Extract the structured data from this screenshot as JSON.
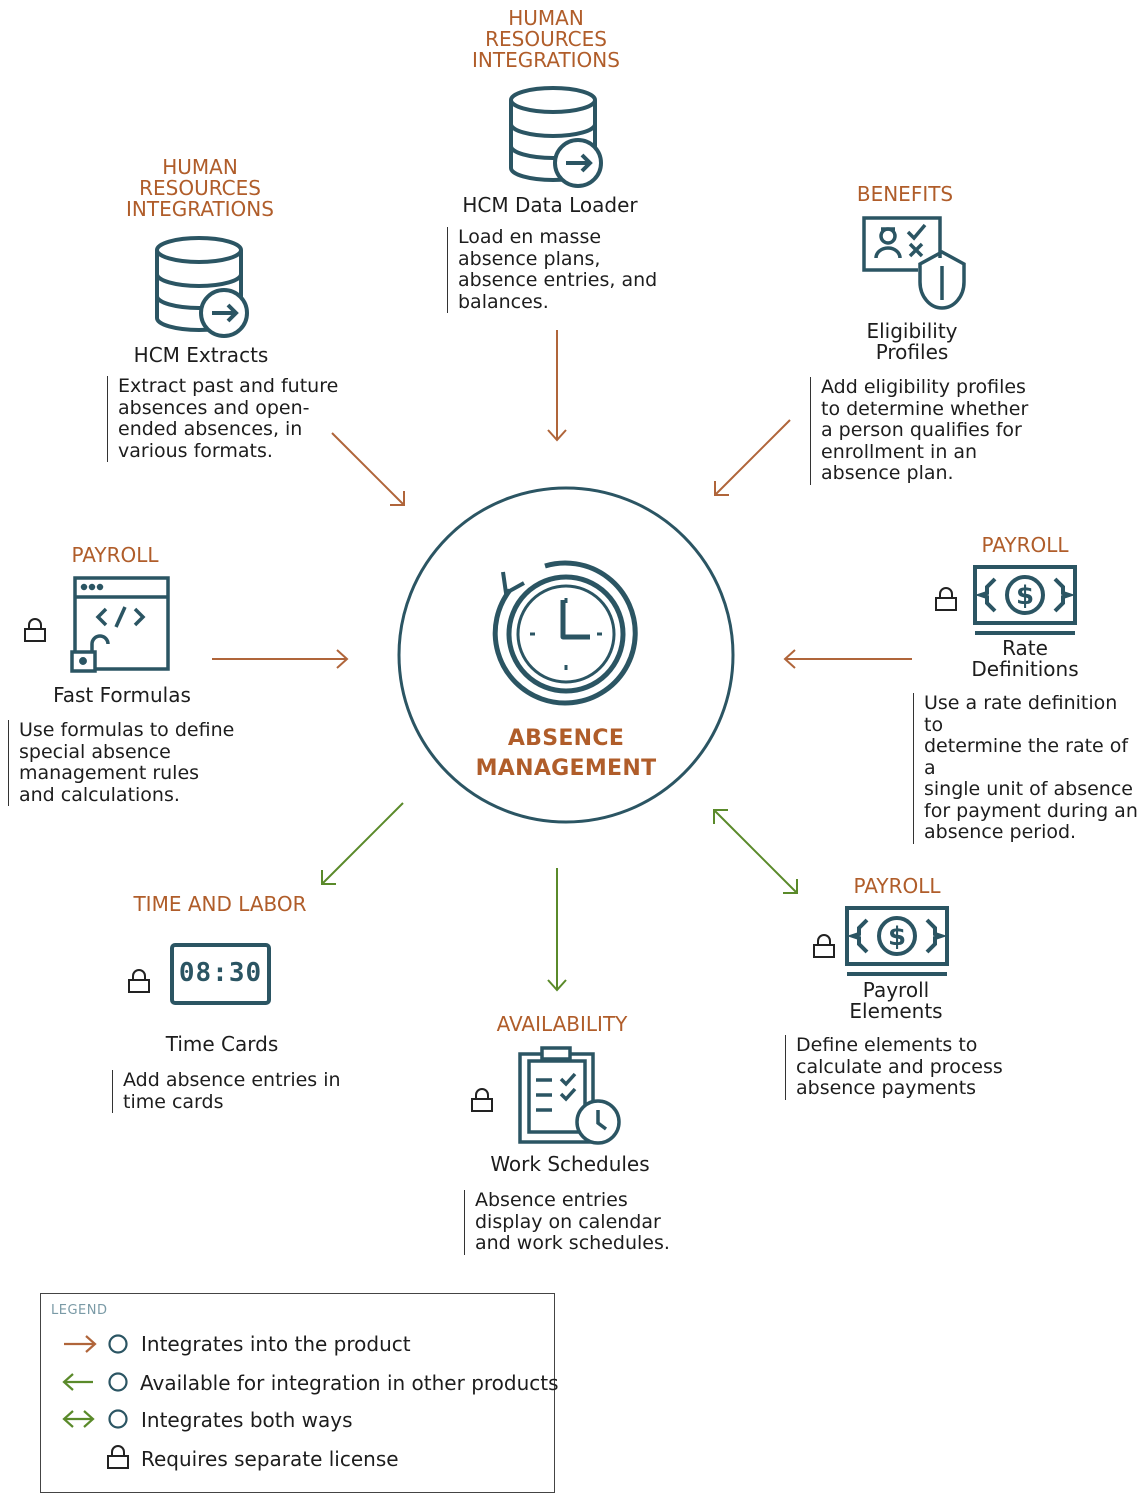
{
  "center": {
    "label": "ABSENCE\nMANAGEMENT"
  },
  "nodes": {
    "hcm_extracts": {
      "category": "HUMAN\nRESOURCES\nINTEGRATIONS",
      "name": "HCM Extracts",
      "description": "Extract past and future\nabsences and open-\nended absences, in\nvarious formats.",
      "icon": "database-arrow-icon"
    },
    "hcm_data_loader": {
      "category": "HUMAN\nRESOURCES\nINTEGRATIONS",
      "name": "HCM Data Loader",
      "description": "Load en masse\nabsence plans,\nabsence entries, and\nbalances.",
      "icon": "database-arrow-icon"
    },
    "eligibility_profiles": {
      "category": "BENEFITS",
      "name": "Eligibility\nProfiles",
      "description": "Add eligibility profiles\nto determine whether\na person qualifies for\nenrollment in an\nabsence plan.",
      "icon": "eligibility-shield-icon"
    },
    "fast_formulas": {
      "category": "PAYROLL",
      "name": "Fast Formulas",
      "description": "Use formulas to define\nspecial absence\nmanagement rules\nand calculations.",
      "icon": "code-window-icon"
    },
    "rate_definitions": {
      "category": "PAYROLL",
      "name": "Rate\nDefinitions",
      "description": "Use a rate definition to\ndetermine the rate of a\nsingle unit of absence\nfor payment during an\nabsence period.",
      "icon": "dollar-bill-icon"
    },
    "time_cards": {
      "category": "TIME AND LABOR",
      "name": "Time Cards",
      "description": "Add absence entries in\ntime cards",
      "clock_display": "08:30",
      "icon": "digital-clock-icon"
    },
    "work_schedules": {
      "category": "AVAILABILITY",
      "name": "Work Schedules",
      "description": "Absence entries\ndisplay on calendar\nand work schedules.",
      "icon": "clipboard-clock-icon"
    },
    "payroll_elements": {
      "category": "PAYROLL",
      "name": "Payroll\nElements",
      "description": "Define elements to\ncalculate and process\nabsence payments",
      "icon": "dollar-bill-icon"
    }
  },
  "legend": {
    "title": "LEGEND",
    "items": [
      {
        "text": "Integrates into the product",
        "type": "into"
      },
      {
        "text": "Available for integration in other products",
        "type": "out"
      },
      {
        "text": "Integrates both ways",
        "type": "both"
      },
      {
        "text": "Requires separate license",
        "type": "license"
      }
    ]
  },
  "colors": {
    "integrates_into": "#b0653a",
    "available_out": "#5a8a2a",
    "icon_stroke": "#2b5563",
    "category_text": "#b05d2a"
  }
}
